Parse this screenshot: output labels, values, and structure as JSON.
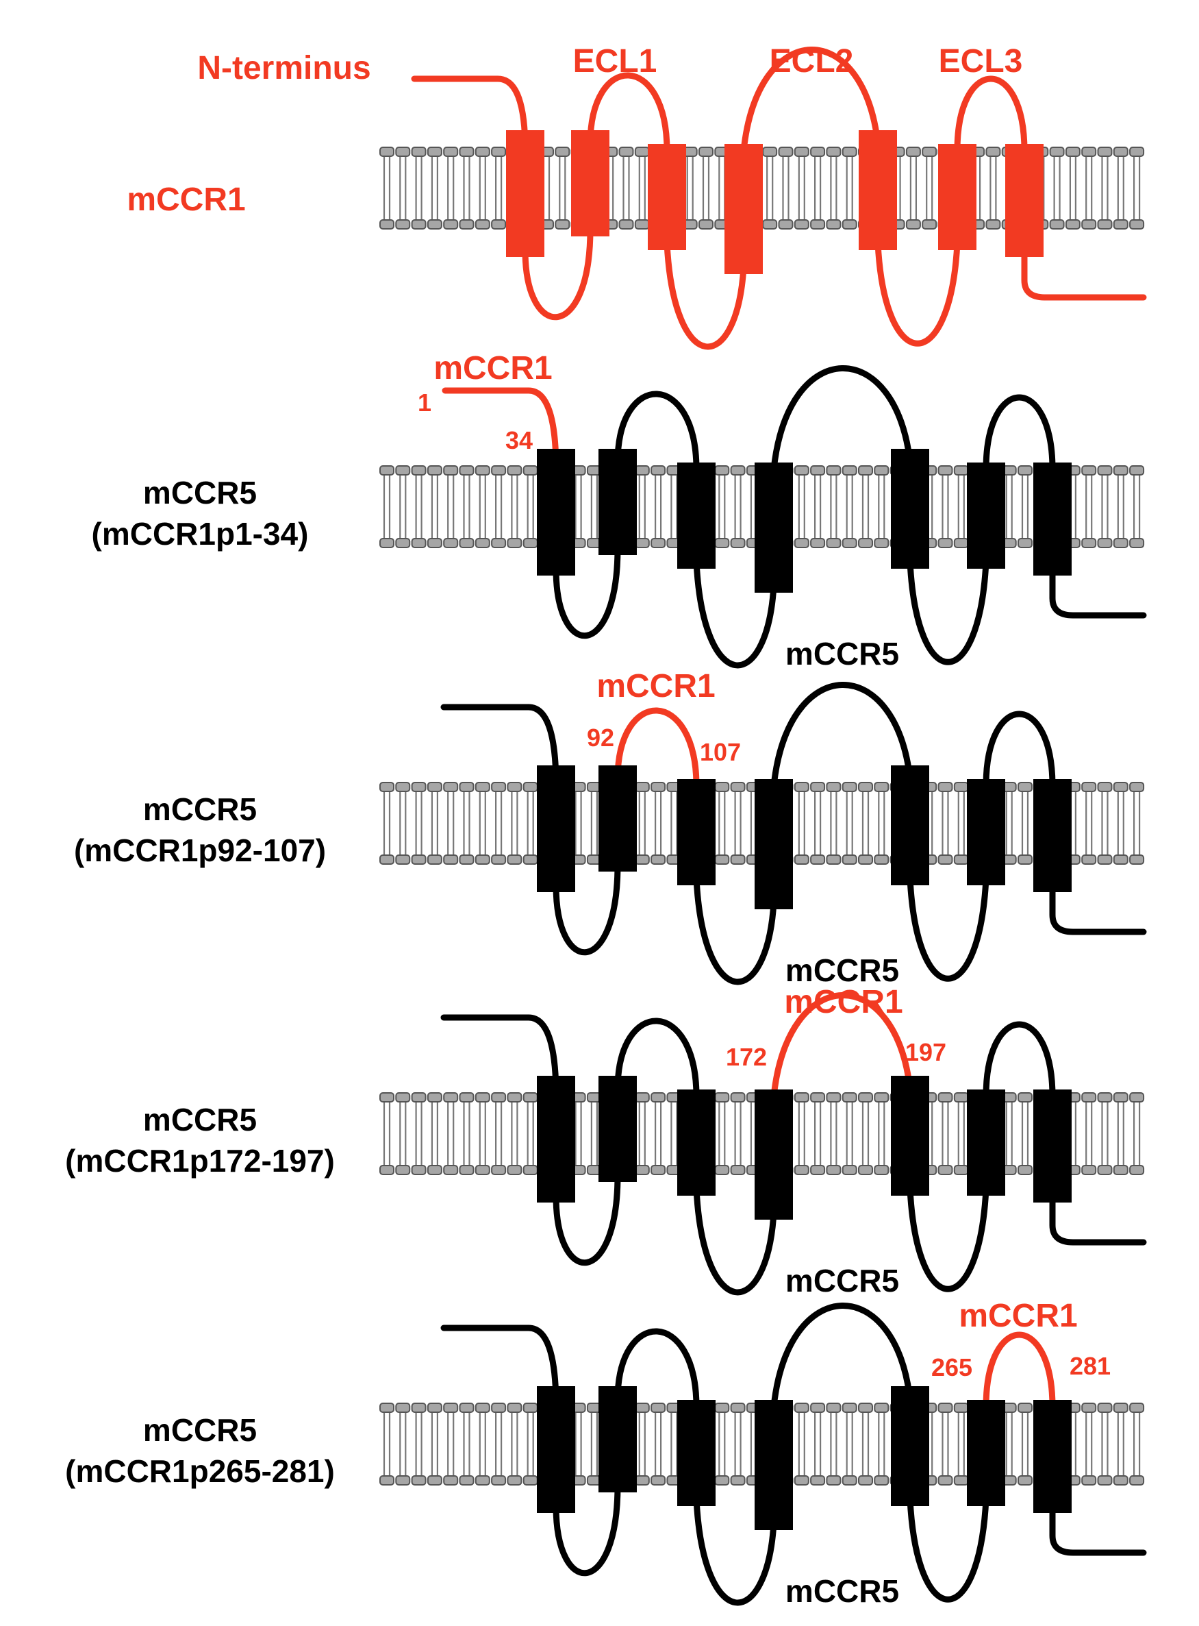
{
  "colors": {
    "chimera_red": "#f23a22",
    "receptor_black": "#000000",
    "lipid_head_fill": "#a6a6a6",
    "lipid_outline": "#555555"
  },
  "panels": [
    {
      "label_lines": [
        "mCCR1"
      ],
      "label_color": "red",
      "receptor_color": "red",
      "segment_labels": [
        {
          "text": "N-terminus",
          "key": "nterm"
        },
        {
          "text": "ECL1",
          "key": "ecl1"
        },
        {
          "text": "ECL2",
          "key": "ecl2"
        },
        {
          "text": "ECL3",
          "key": "ecl3"
        }
      ]
    },
    {
      "label_lines": [
        "mCCR5",
        "(mCCR1p1-34)"
      ],
      "label_color": "black",
      "receptor_color": "black",
      "chimera_segment": "nterm",
      "insert_label": "mCCR1",
      "start_residue": "1",
      "end_residue": "34",
      "backbone_label": "mCCR5"
    },
    {
      "label_lines": [
        "mCCR5",
        "(mCCR1p92-107)"
      ],
      "label_color": "black",
      "receptor_color": "black",
      "chimera_segment": "ecl1",
      "insert_label": "mCCR1",
      "start_residue": "92",
      "end_residue": "107",
      "backbone_label": "mCCR5"
    },
    {
      "label_lines": [
        "mCCR5",
        "(mCCR1p172-197)"
      ],
      "label_color": "black",
      "receptor_color": "black",
      "chimera_segment": "ecl2",
      "insert_label": "mCCR1",
      "start_residue": "172",
      "end_residue": "197",
      "backbone_label": "mCCR5"
    },
    {
      "label_lines": [
        "mCCR5",
        "(mCCR1p265-281)"
      ],
      "label_color": "black",
      "receptor_color": "black",
      "chimera_segment": "ecl3",
      "insert_label": "mCCR1",
      "start_residue": "265",
      "end_residue": "281",
      "backbone_label": "mCCR5"
    }
  ]
}
